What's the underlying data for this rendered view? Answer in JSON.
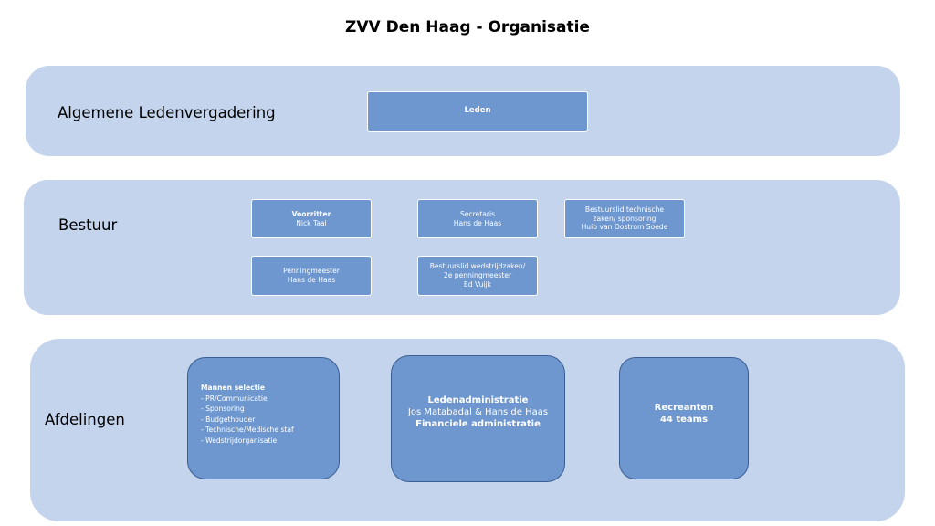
{
  "title": "ZVV Den Haag - Organisatie",
  "colors": {
    "band": "#c3d4ec",
    "box": "#6e97d0",
    "box_border": "#3b5e92",
    "text_on_box": "#ffffff"
  },
  "alv": {
    "label": "Algemene Ledenvergadering",
    "leden": "Leden"
  },
  "bestuur": {
    "label": "Bestuur",
    "voorzitter": {
      "role": "Voorzitter",
      "name": "Nick Taal"
    },
    "secretaris": {
      "role": "Secretaris",
      "name": "Hans de Haas"
    },
    "technisch": {
      "line1": "Bestuurslid technische",
      "line2": "zaken/ sponsoring",
      "name": "Huib van Oostrom Soede"
    },
    "penningmeester": {
      "role": "Penningmeester",
      "name": "Hans de Haas"
    },
    "wedstrijd": {
      "line1": "Bestuurslid wedstrijdzaken/",
      "line2": "2e penningmeester",
      "name": "Ed Vuijk"
    }
  },
  "afdelingen": {
    "label": "Afdelingen",
    "mannen": {
      "title": "Mannen selectie",
      "items": [
        "- PR/Communicatie",
        "- Sponsoring",
        "- Budgethouder",
        "- Technische/Medische staf",
        "- Wedstrijdorganisatie"
      ]
    },
    "admin": {
      "title": "Ledenadministratie",
      "names": "Jos Matabadal & Hans de Haas",
      "sub": "Financiele administratie"
    },
    "recreanten": {
      "title": "Recreanten",
      "teams": "44 teams"
    }
  }
}
